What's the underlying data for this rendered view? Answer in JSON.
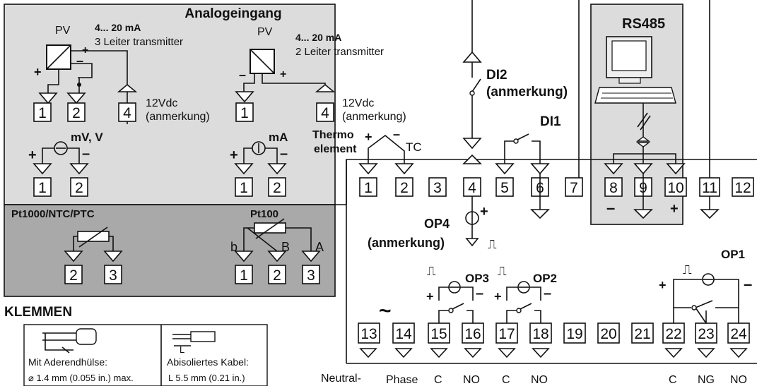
{
  "colors": {
    "panel_light": "#dcdcdc",
    "panel_dark": "#a9a9a9",
    "rs485_panel": "#dcdcdc",
    "line": "#111111"
  },
  "analog": {
    "title": "Analogeingang",
    "pv": "PV",
    "t3_range": "4... 20 mA",
    "t3_desc": "3 Leiter transmitter",
    "t2_range": "4... 20 mA",
    "t2_desc": "2 Leiter transmitter",
    "vdc": "12Vdc",
    "note": "(anmerkung)",
    "mv": "mV, V",
    "ma": "mA",
    "thermo1": "Thermo",
    "thermo2": "element",
    "tc": "TC",
    "pt1000": "Pt1000/NTC/PTC",
    "pt100": "Pt100",
    "lbl_b": "b",
    "lbl_B": "B",
    "lbl_A": "A",
    "plus": "+",
    "minus": "–"
  },
  "terminals": {
    "n1": "1",
    "n2": "2",
    "n3": "3",
    "n4": "4",
    "n5": "5",
    "n6": "6",
    "n7": "7",
    "n8": "8",
    "n9": "9",
    "n10": "10",
    "n11": "11",
    "n12": "12",
    "n13": "13",
    "n14": "14",
    "n15": "15",
    "n16": "16",
    "n17": "17",
    "n18": "18",
    "n19": "19",
    "n20": "20",
    "n21": "21",
    "n22": "22",
    "n23": "23",
    "n24": "24"
  },
  "digital": {
    "di2": "DI2",
    "di2_note": "(anmerkung)",
    "di1": "DI1"
  },
  "rs485": {
    "title": "RS485"
  },
  "outputs": {
    "op4": "OP4",
    "op4_note": "(anmerkung)",
    "op3": "OP3",
    "op2": "OP2",
    "op1": "OP1",
    "pulse": "⎍",
    "tilde": "~"
  },
  "bottom_labels": {
    "neutral": "Neutral-",
    "phase": "Phase",
    "c": "C",
    "no": "NO",
    "ng": "NG"
  },
  "klemmen": {
    "title": "KLEMMEN",
    "left_label": "Mit Aderendhülse:",
    "left_value": "⌀ 1.4 mm (0.055 in.) max.",
    "right_label": "Abisoliertes Kabel:",
    "right_value": "L 5.5 mm (0.21 in.)",
    "dim_L": "L"
  }
}
